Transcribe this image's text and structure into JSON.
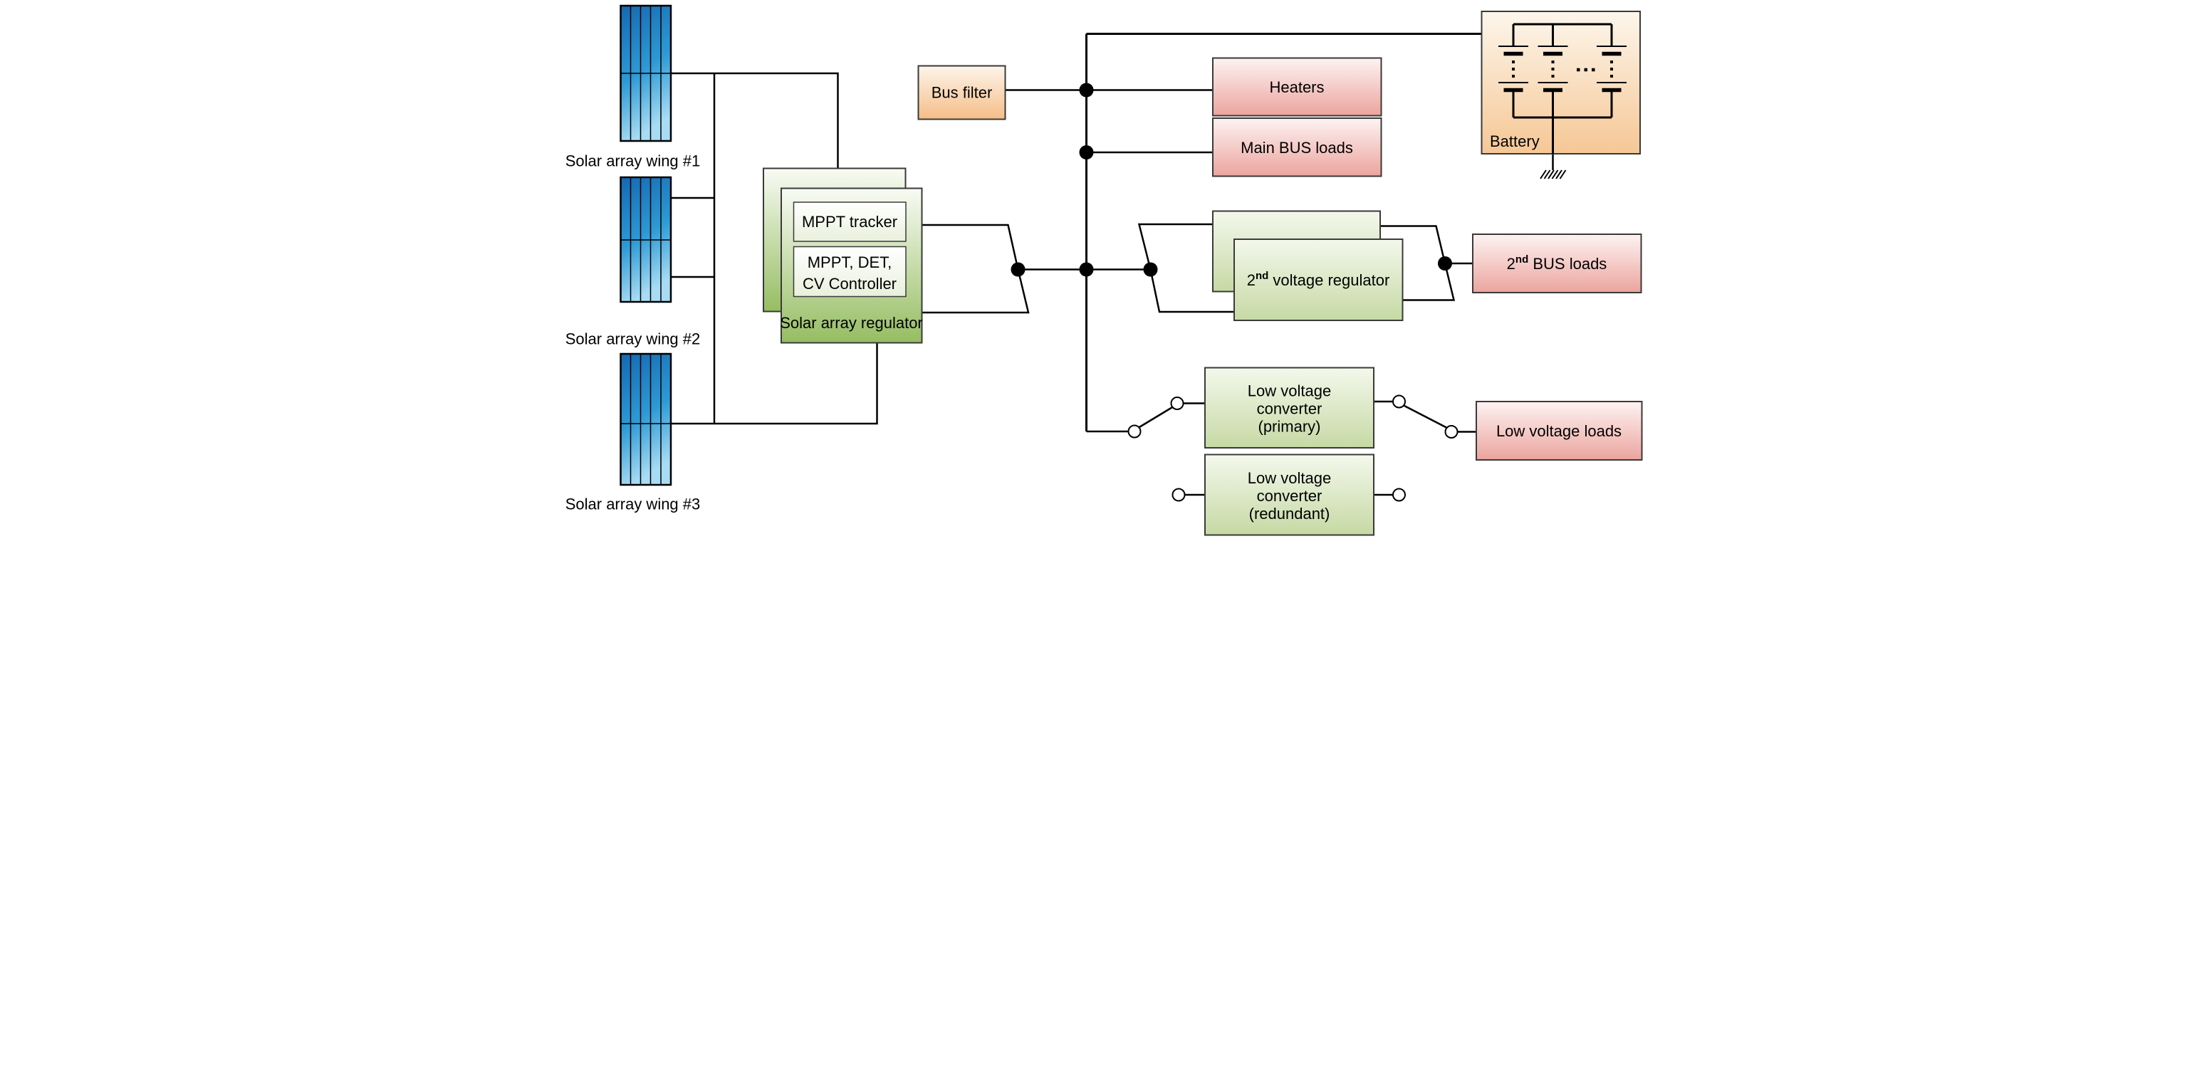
{
  "diagram": {
    "solar_wings": {
      "wing1_label": "Solar array wing #1",
      "wing2_label": "Solar array wing #2",
      "wing3_label": "Solar array wing #3"
    },
    "sar": {
      "mppt_tracker_label": "MPPT tracker",
      "controller_line1": "MPPT, DET,",
      "controller_line2": "CV Controller",
      "label": "Solar array regulator"
    },
    "bus_filter_label": "Bus filter",
    "heaters_label": "Heaters",
    "main_bus_loads_label": "Main BUS loads",
    "battery_label": "Battery",
    "second_vr": {
      "prefix": "2",
      "sup": "nd",
      "rest": " voltage regulator"
    },
    "second_bus_loads": {
      "prefix": "2",
      "sup": "nd",
      "rest": " BUS loads"
    },
    "lv_primary": [
      "Low voltage",
      "converter",
      "(primary)"
    ],
    "lv_redundant": [
      "Low voltage",
      "converter",
      "(redundant)"
    ],
    "lv_loads_label": "Low voltage loads",
    "colors": {
      "panel_top": "#1468b1",
      "panel_mid": "#2d9ad5",
      "panel_bottom": "#a8dcf4",
      "green_strong_top": "#f8fbf4",
      "green_strong_bottom": "#96bd62",
      "green_soft_top": "#f4f8ec",
      "green_soft_bottom": "#c6d9a4",
      "inner_top": "#ffffff",
      "inner_bottom": "#e9f0dc",
      "pink_top": "#fdf3f2",
      "pink_bottom": "#eca49e",
      "orange_top": "#fdf5ea",
      "orange_bottom": "#f5bd87",
      "battery_top": "#fdf6ec",
      "battery_bottom": "#f6c795"
    }
  }
}
